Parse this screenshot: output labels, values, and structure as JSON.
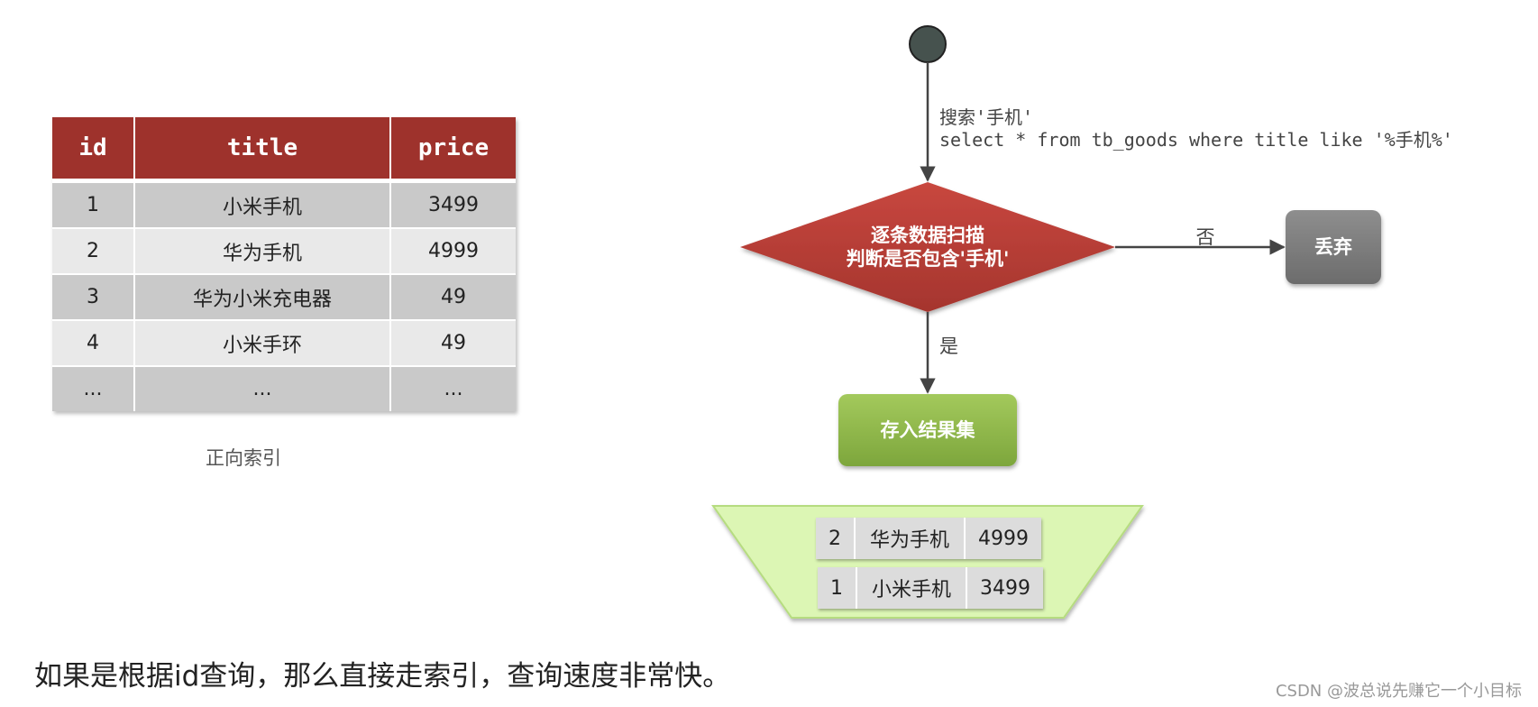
{
  "forward_index_table": {
    "headers": [
      "id",
      "title",
      "price"
    ],
    "rows": [
      [
        "1",
        "小米手机",
        "3499"
      ],
      [
        "2",
        "华为手机",
        "4999"
      ],
      [
        "3",
        "华为小米充电器",
        "49"
      ],
      [
        "4",
        "小米手环",
        "49"
      ],
      [
        "...",
        "...",
        "..."
      ]
    ],
    "caption": "正向索引"
  },
  "flowchart": {
    "query_label_line1": "搜索'手机'",
    "query_label_line2": "select * from tb_goods where title like '%手机%'",
    "decision_line1": "逐条数据扫描",
    "decision_line2": "判断是否包含'手机'",
    "no_label": "否",
    "yes_label": "是",
    "discard_label": "丢弃",
    "result_label": "存入结果集",
    "result_rows": [
      [
        "2",
        "华为手机",
        "4999"
      ],
      [
        "1",
        "小米手机",
        "3499"
      ]
    ]
  },
  "colors": {
    "header_red": "#9e322c",
    "decision_red": "#b8413a",
    "result_green": "#8cb448",
    "discard_gray": "#7b7b7b",
    "bucket_green": "#dcf6b4"
  },
  "footer_text": "如果是根据id查询，那么直接走索引，查询速度非常快。",
  "watermark": "CSDN @波总说先赚它一个小目标"
}
